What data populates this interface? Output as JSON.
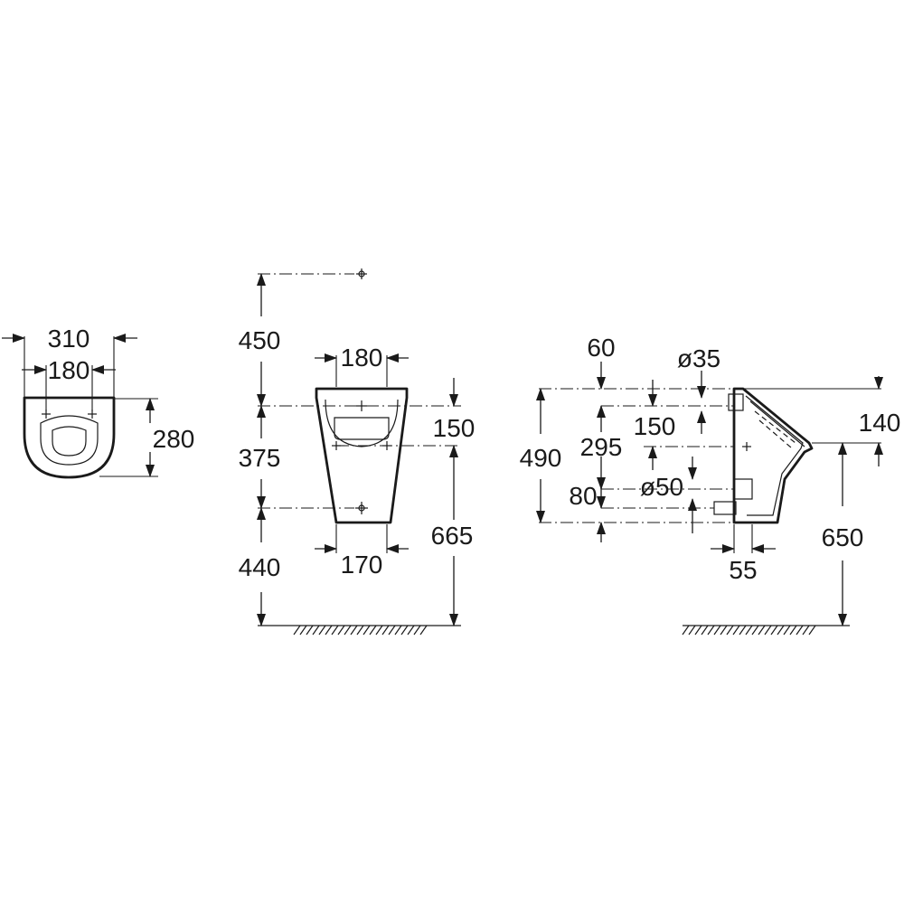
{
  "front_view": {
    "overall_width": "310",
    "fixing_width": "180",
    "depth": "280"
  },
  "elevation_view": {
    "inlet_height": "450",
    "top_width": "180",
    "rim_to_fixing": "150",
    "fixing_spacing": "375",
    "outlet_height": "440",
    "bottom_width": "170",
    "rim_height": "665"
  },
  "side_view": {
    "offset_top": "60",
    "inlet_diameter": "ø35",
    "overall_height": "490",
    "fixing_offset": "150",
    "inlet_offset": "295",
    "outlet_diameter": "ø50",
    "outlet_offset": "80",
    "outlet_projection": "55",
    "rim_to_top": "140",
    "rim_height": "650"
  },
  "colors": {
    "line": "#1a1a1a",
    "background": "#ffffff"
  }
}
